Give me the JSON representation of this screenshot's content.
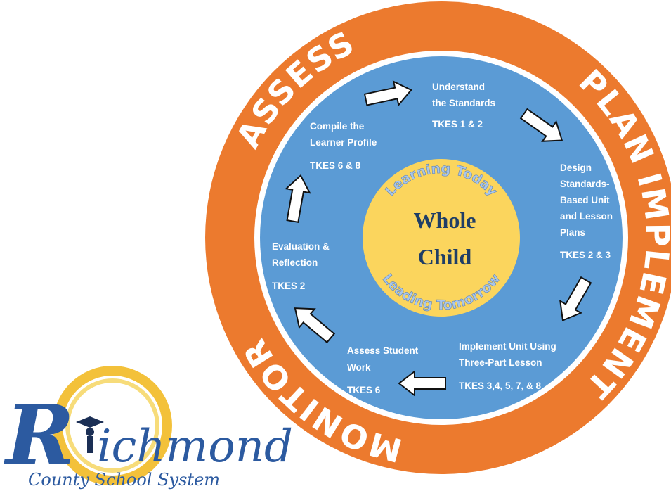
{
  "ring_labels": {
    "assess": "ASSESS",
    "plan": "PLAN",
    "implement": "IMPLEMENT",
    "monitor": "MONITOR"
  },
  "stages": {
    "understand": {
      "lines": [
        "Understand",
        "the Standards"
      ],
      "tkes": "TKES 1 & 2"
    },
    "design": {
      "lines": [
        "Design",
        "Standards-",
        "Based Unit",
        "and Lesson",
        "Plans"
      ],
      "tkes": "TKES 2 & 3"
    },
    "implement_unit": {
      "lines": [
        "Implement Unit Using",
        "Three-Part Lesson"
      ],
      "tkes": "TKES 3,4, 5, 7, & 8"
    },
    "assess_work": {
      "lines": [
        "Assess Student",
        "Work"
      ],
      "tkes": "TKES 6"
    },
    "evaluation": {
      "lines": [
        "Evaluation &",
        "Reflection"
      ],
      "tkes": "TKES 2"
    },
    "compile": {
      "lines": [
        "Compile the",
        "Learner Profile"
      ],
      "tkes": "TKES 6 & 8"
    }
  },
  "center": {
    "title_line1": "Whole",
    "title_line2": "Child",
    "motto_top": "Learning Today",
    "motto_bottom": "Leading Tomorrow"
  },
  "logo": {
    "initial": "R",
    "rest": "ichmond",
    "subtitle": "County School System"
  },
  "colors": {
    "outer_ring": "#ec7a2e",
    "white_band": "#ffffff",
    "inner_ring": "#5b9bd5",
    "center": "#fbd55d",
    "logo_blue": "#2c5aa0",
    "logo_gold": "#f3c13a"
  }
}
